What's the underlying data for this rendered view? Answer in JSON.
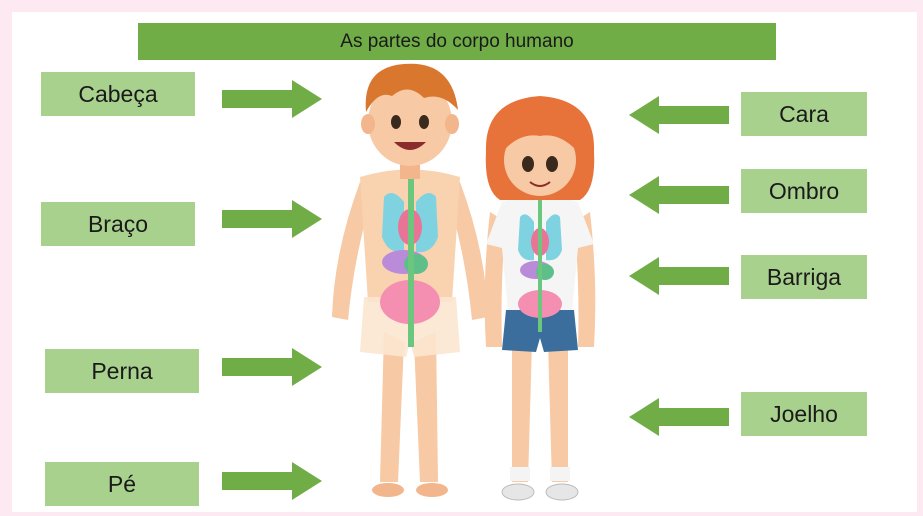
{
  "title": "As partes do corpo humano",
  "left_labels": [
    "Cabeça",
    "Braço",
    "Perna",
    "Pé"
  ],
  "right_labels": [
    "Cara",
    "Ombro",
    "Barriga",
    "Joelho"
  ],
  "colors": {
    "background": "#fce9f1",
    "title_bar": "#70ad47",
    "label_box": "#a9d18e",
    "arrow": "#70ad47"
  }
}
